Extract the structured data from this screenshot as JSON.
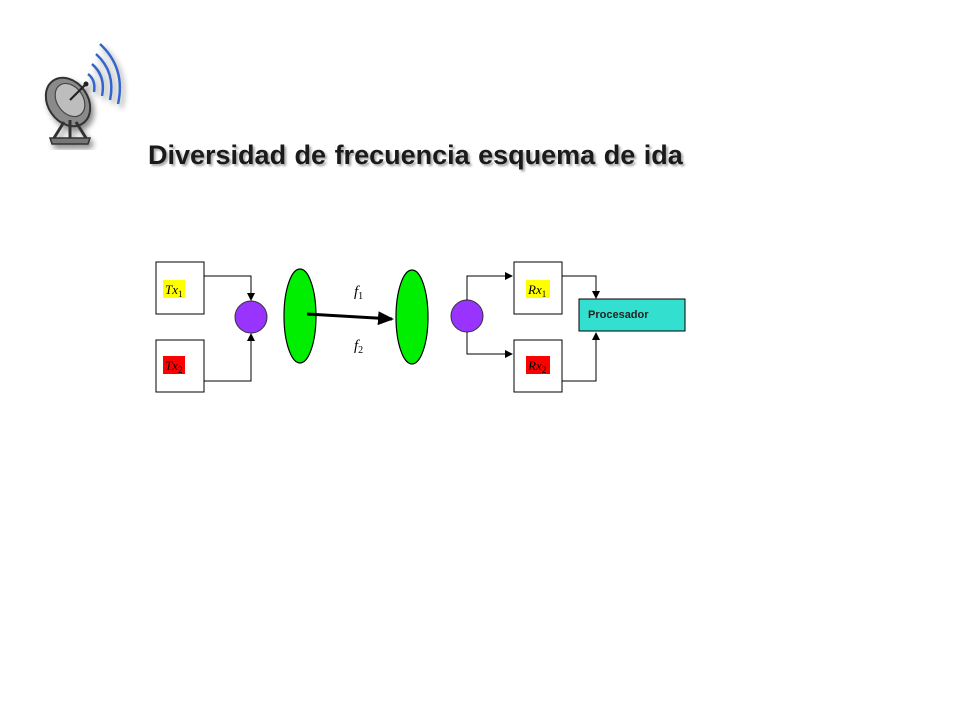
{
  "slide": {
    "title": "Diversidad  de frecuencia esquema de ida"
  },
  "diagram": {
    "tx1": {
      "base": "Tx",
      "sub": "1",
      "fill": "#ffff00"
    },
    "tx2": {
      "base": "Tx",
      "sub": "2",
      "fill": "#ff0000"
    },
    "rx1": {
      "base": "Rx",
      "sub": "1",
      "fill": "#ffff00"
    },
    "rx2": {
      "base": "Rx",
      "sub": "2",
      "fill": "#ff0000"
    },
    "f1": {
      "base": "f",
      "sub": "1"
    },
    "f2": {
      "base": "f",
      "sub": "2"
    },
    "processor": {
      "label": "Procesador",
      "fill": "#33e0d0"
    },
    "combiner_color": "#9933ff",
    "antenna_color": "#00ee00"
  },
  "icons": {
    "logo": "satellite-dish-icon"
  }
}
